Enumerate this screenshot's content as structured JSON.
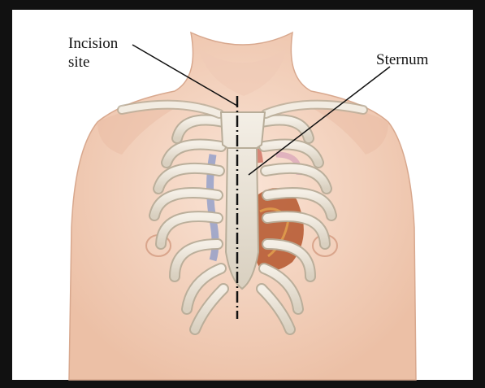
{
  "labels": {
    "incision_line1": "Incision",
    "incision_line2": "site",
    "sternum": "Sternum"
  },
  "colors": {
    "frame": "#111111",
    "skin": "#f6d7c4",
    "skin_shadow": "#e8b9a0",
    "bone": "#ece6da",
    "bone_edge": "#b8ad99",
    "heart": "#b4552c",
    "vein": "#6d87c8"
  }
}
